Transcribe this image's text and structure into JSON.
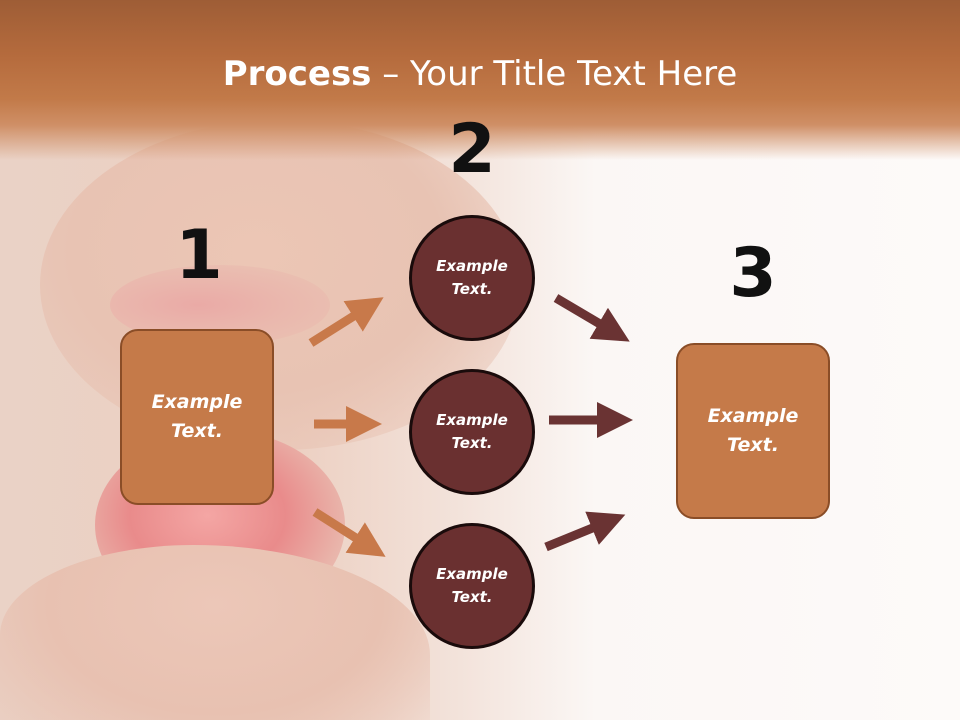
{
  "title": {
    "bold": "Process",
    "rest": " – Your Title Text Here"
  },
  "steps": {
    "one": "1",
    "two": "2",
    "three": "3"
  },
  "left_box": {
    "line1": "Example",
    "line2": "Text."
  },
  "circles": [
    {
      "line1": "Example",
      "line2": "Text."
    },
    {
      "line1": "Example",
      "line2": "Text."
    },
    {
      "line1": "Example",
      "line2": "Text."
    }
  ],
  "right_box": {
    "line1": "Example",
    "line2": "Text."
  },
  "colors": {
    "header": "#b56b3d",
    "box_fill": "#c57a49",
    "circle_fill": "#6a3030",
    "arrow_left": "#c8794a",
    "arrow_right": "#6a3333"
  }
}
